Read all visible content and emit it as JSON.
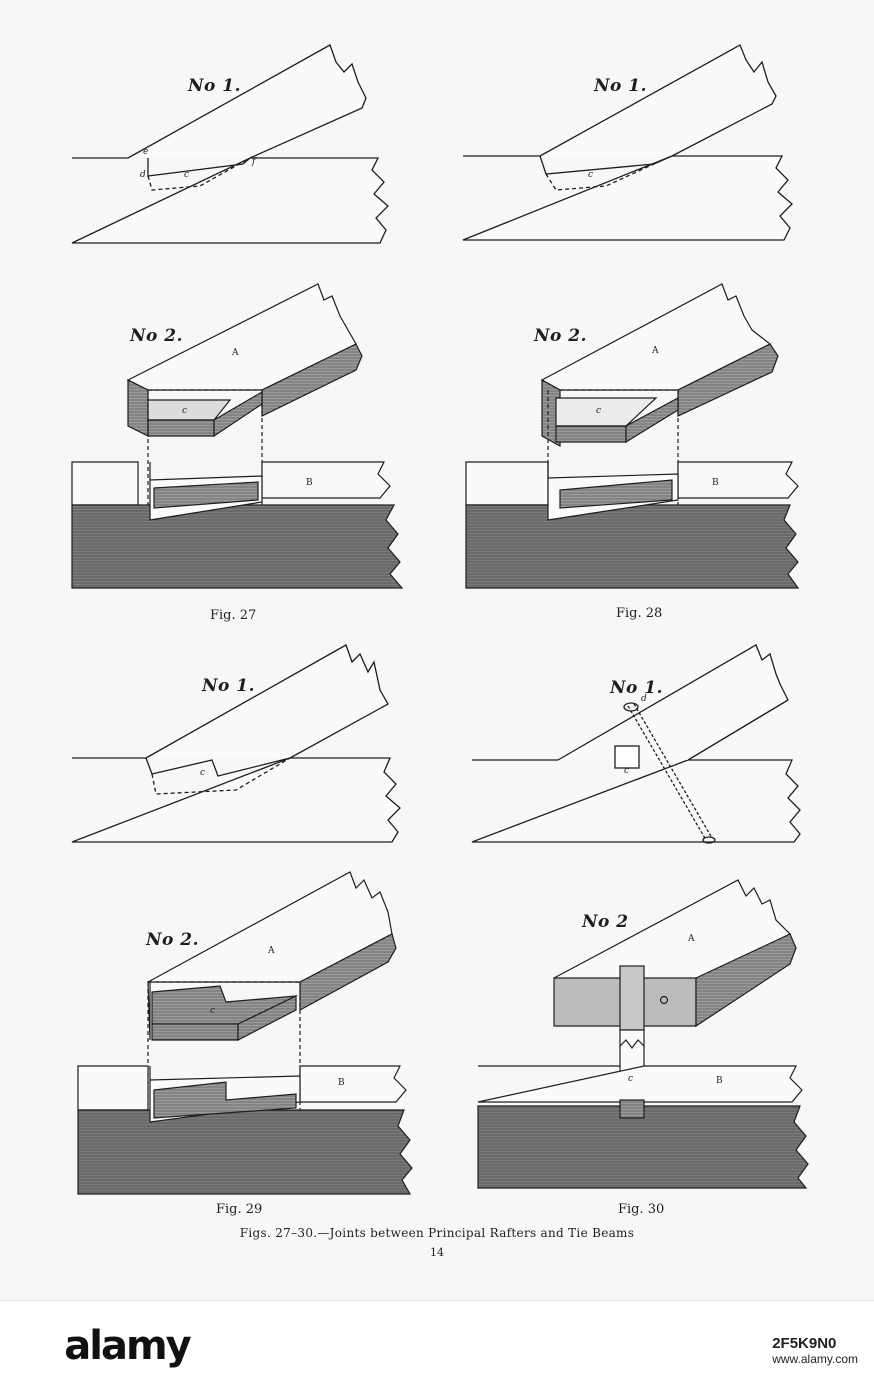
{
  "figures": [
    {
      "fig_label": "Fig. 27",
      "upper_label": "No 1.",
      "lower_label": "No 2.",
      "letters": {
        "e": "e",
        "d": "d",
        "c": "c",
        "f": "f",
        "c2": "c",
        "A": "A",
        "B": "B"
      }
    },
    {
      "fig_label": "Fig. 28",
      "upper_label": "No 1.",
      "lower_label": "No 2.",
      "letters": {
        "c": "c",
        "c2": "c",
        "A": "A",
        "B": "B"
      }
    },
    {
      "fig_label": "Fig. 29",
      "upper_label": "No 1.",
      "lower_label": "No 2.",
      "letters": {
        "c": "c",
        "c2": "c",
        "A": "A",
        "B": "B"
      }
    },
    {
      "fig_label": "Fig. 30",
      "upper_label": "No 1.",
      "lower_label": "No 2",
      "letters": {
        "d": "d",
        "c": "c",
        "c2": "c",
        "A": "A",
        "B": "B"
      }
    }
  ],
  "caption": "Figs. 27–30.—Joints between Principal Rafters and Tie Beams",
  "page_number": "14",
  "watermark": {
    "logo": "alamy",
    "code": "2F5K9N0",
    "site": "www.alamy.com"
  },
  "colors": {
    "ink": "#1e1e1e",
    "paper": "#f7f7f6",
    "shade": "#8c8c8c",
    "dark": "#6a6a6a"
  }
}
